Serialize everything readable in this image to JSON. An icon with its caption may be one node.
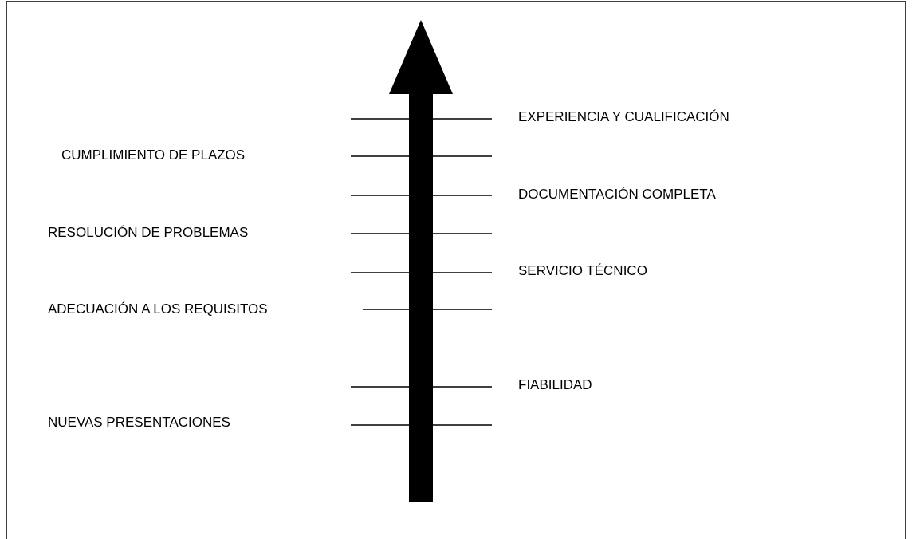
{
  "diagram": {
    "labels": [
      "EXPERIENCIA Y CUALIFICACIÓN",
      "CUMPLIMIENTO DE PLAZOS",
      "DOCUMENTACIÓN COMPLETA",
      "RESOLUCIÓN DE PROBLEMAS",
      "SERVICIO TÉCNICO",
      "ADECUACIÓN A LOS REQUISITOS",
      "FIABILIDAD",
      "NUEVAS PRESENTACIONES"
    ]
  }
}
